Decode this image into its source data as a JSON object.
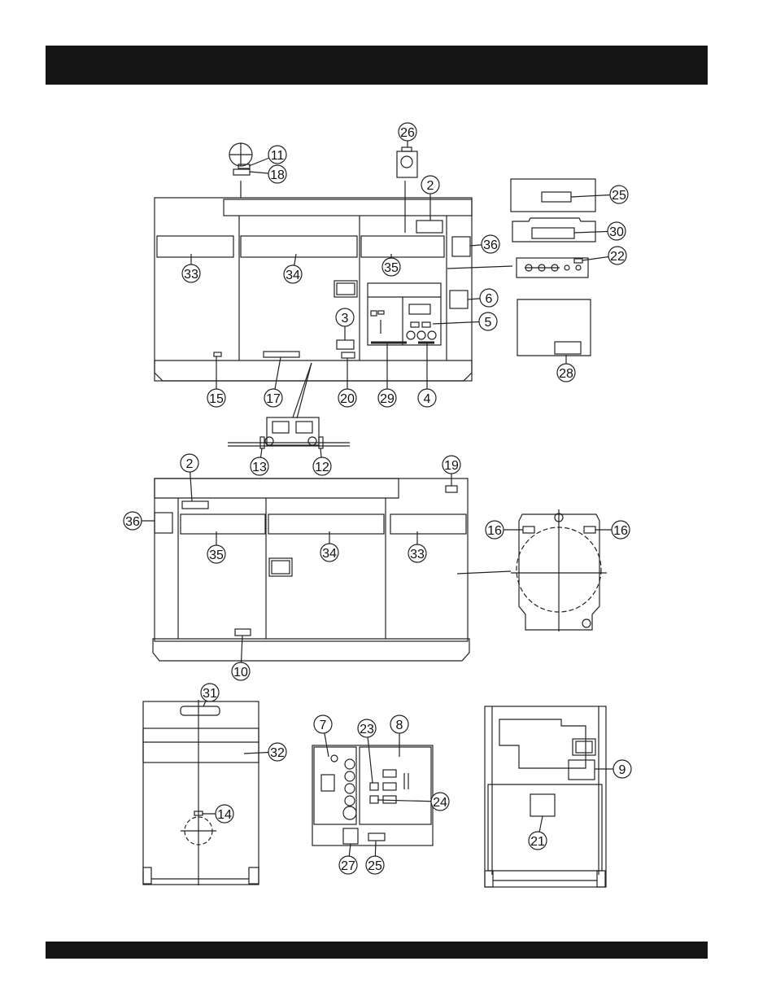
{
  "header": {
    "title": ""
  },
  "footer": {
    "text": ""
  },
  "callouts": [
    {
      "id": "c2a",
      "number": "2"
    },
    {
      "id": "c2b",
      "number": "2"
    },
    {
      "id": "c3",
      "number": "3"
    },
    {
      "id": "c4",
      "number": "4"
    },
    {
      "id": "c5",
      "number": "5"
    },
    {
      "id": "c6",
      "number": "6"
    },
    {
      "id": "c7",
      "number": "7"
    },
    {
      "id": "c8",
      "number": "8"
    },
    {
      "id": "c9",
      "number": "9"
    },
    {
      "id": "c10",
      "number": "10"
    },
    {
      "id": "c11",
      "number": "11"
    },
    {
      "id": "c12",
      "number": "12"
    },
    {
      "id": "c13",
      "number": "13"
    },
    {
      "id": "c14",
      "number": "14"
    },
    {
      "id": "c15",
      "number": "15"
    },
    {
      "id": "c16a",
      "number": "16"
    },
    {
      "id": "c16b",
      "number": "16"
    },
    {
      "id": "c17",
      "number": "17"
    },
    {
      "id": "c18",
      "number": "18"
    },
    {
      "id": "c19",
      "number": "19"
    },
    {
      "id": "c20",
      "number": "20"
    },
    {
      "id": "c21",
      "number": "21"
    },
    {
      "id": "c22",
      "number": "22"
    },
    {
      "id": "c23",
      "number": "23"
    },
    {
      "id": "c24",
      "number": "24"
    },
    {
      "id": "c25a",
      "number": "25"
    },
    {
      "id": "c25b",
      "number": "25"
    },
    {
      "id": "c26",
      "number": "26"
    },
    {
      "id": "c27",
      "number": "27"
    },
    {
      "id": "c28",
      "number": "28"
    },
    {
      "id": "c29",
      "number": "29"
    },
    {
      "id": "c30",
      "number": "30"
    },
    {
      "id": "c31",
      "number": "31"
    },
    {
      "id": "c32",
      "number": "32"
    },
    {
      "id": "c33a",
      "number": "33"
    },
    {
      "id": "c33b",
      "number": "33"
    },
    {
      "id": "c34a",
      "number": "34"
    },
    {
      "id": "c34b",
      "number": "34"
    },
    {
      "id": "c35a",
      "number": "35"
    },
    {
      "id": "c35b",
      "number": "35"
    },
    {
      "id": "c36a",
      "number": "36"
    },
    {
      "id": "c36b",
      "number": "36"
    }
  ]
}
